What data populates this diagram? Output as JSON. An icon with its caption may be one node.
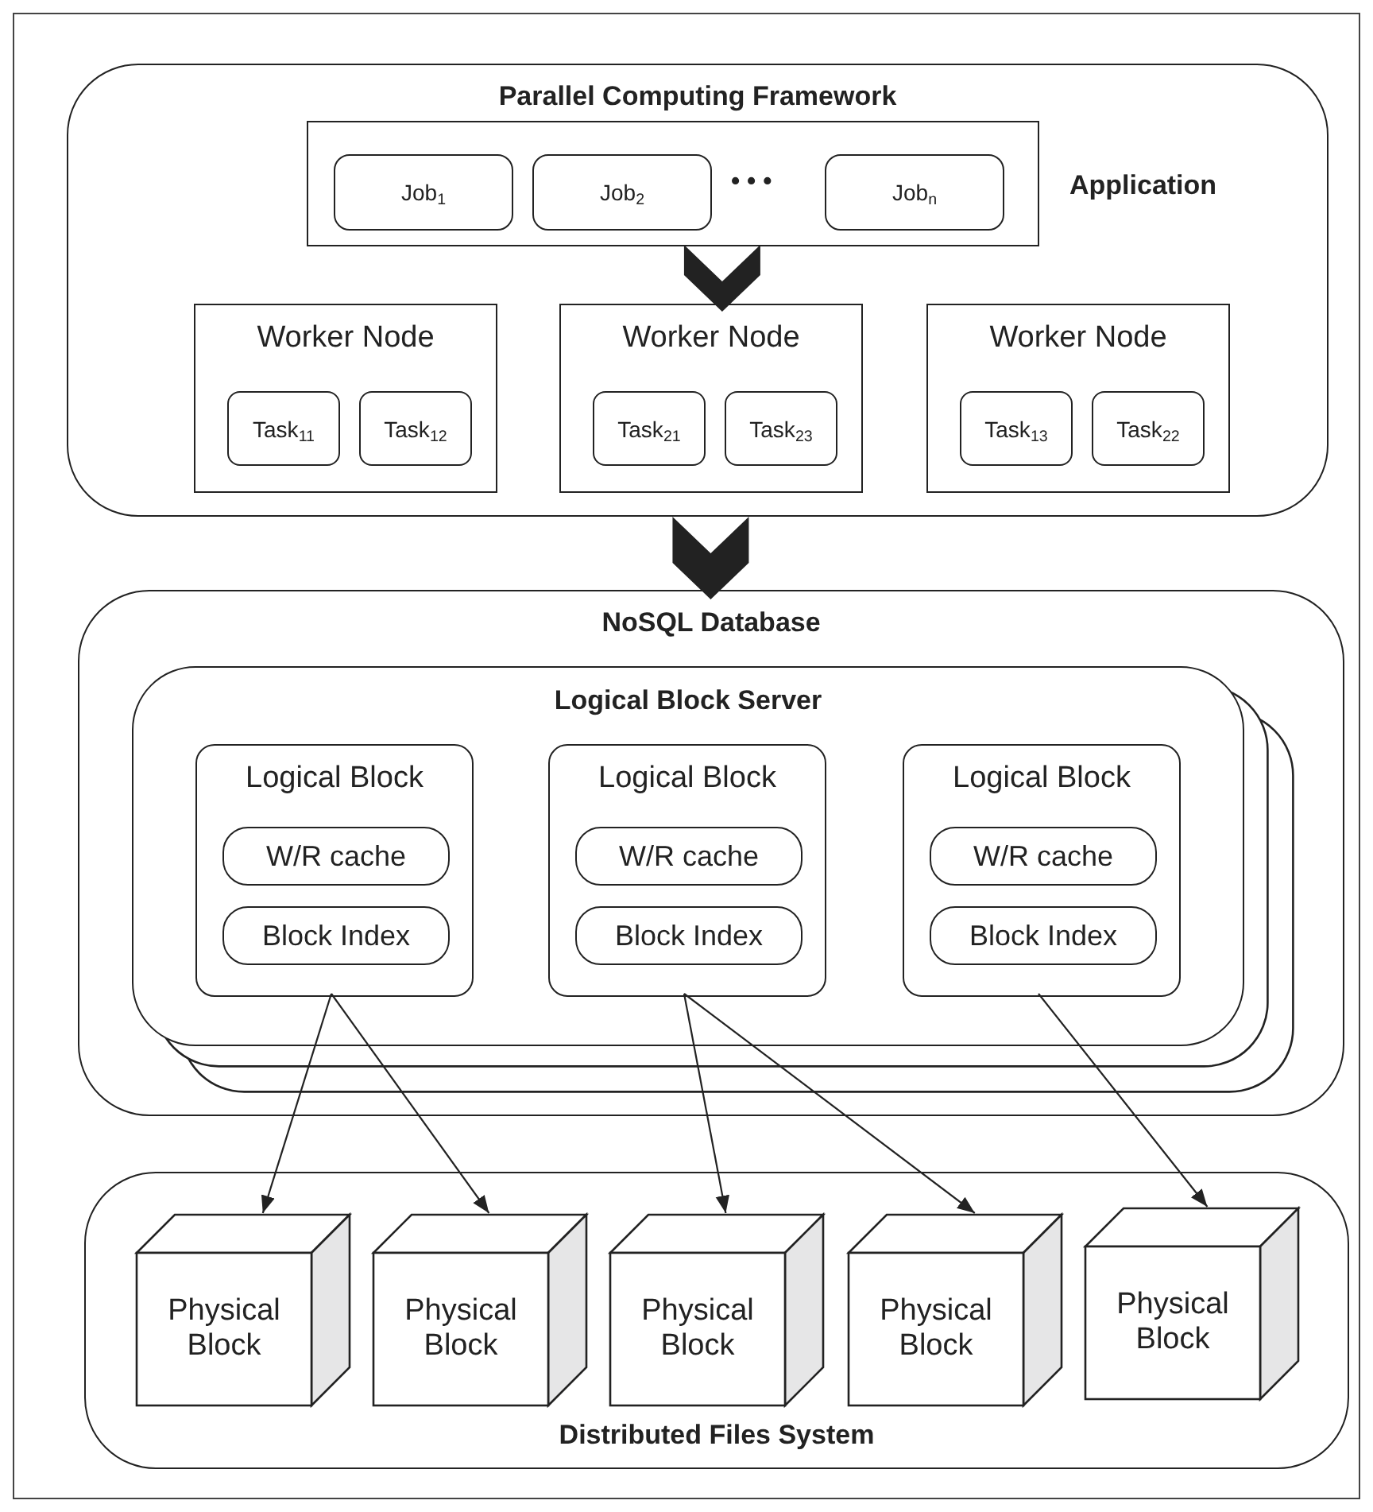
{
  "diagram": {
    "nodes": [
      {
        "text": [
          "Parallel Computing Framework"
        ]
      },
      {
        "text": [],
        "shape": "box",
        "in": 0,
        "beside": [
          "Application"
        ]
      },
      {
        "text": [
          "Job$_{1}$"
        ],
        "in": 1
      },
      {
        "text": [
          "Job$_{2}$"
        ],
        "in": 1
      },
      {
        "text": [
          "Job$_{n}$"
        ],
        "in": 1
      },
      {
        "text": [
          "Worker Node"
        ],
        "in": 0
      },
      {
        "text": [
          "Task$_{11}$"
        ],
        "in": 5
      },
      {
        "text": [
          "Task$_{12}$"
        ],
        "in": 5
      },
      {
        "text": [
          "Worker Node"
        ],
        "in": 0
      },
      {
        "text": [
          "Task$_{21}$"
        ],
        "in": 8
      },
      {
        "text": [
          "Task$_{23}$"
        ],
        "in": 8
      },
      {
        "text": [
          "Worker Node"
        ],
        "in": 0
      },
      {
        "text": [
          "Task$_{13}$"
        ],
        "in": 11
      },
      {
        "text": [
          "Task$_{22}$"
        ],
        "in": 11
      },
      {
        "text": [
          "NoSQL Database"
        ]
      },
      {
        "text": [
          "Logical Block Server"
        ],
        "in": 14
      },
      {
        "text": [
          "Logical Block"
        ],
        "in": 15
      },
      {
        "text": [
          "W/R cache"
        ],
        "in": 16
      },
      {
        "text": [
          "Block Index"
        ],
        "in": 16
      },
      {
        "text": [
          "Logical Block"
        ],
        "in": 15
      },
      {
        "text": [
          "W/R cache"
        ],
        "in": 19
      },
      {
        "text": [
          "Block Index"
        ],
        "in": 19
      },
      {
        "text": [
          "Logical Block"
        ],
        "in": 15
      },
      {
        "text": [
          "W/R cache"
        ],
        "in": 22
      },
      {
        "text": [
          "Block Index"
        ],
        "in": 22
      },
      {
        "text": [
          "Distributed Files System"
        ]
      },
      {
        "text": [
          "Physical Block"
        ],
        "in": 25
      },
      {
        "text": [
          "Physical Block"
        ],
        "in": 25
      },
      {
        "text": [
          "Physical Block"
        ],
        "in": 25
      },
      {
        "text": [
          "Physical Block"
        ],
        "in": 25
      },
      {
        "text": [
          "Physical Block"
        ],
        "in": 25
      }
    ],
    "edges": [
      {
        "from": 1,
        "to": 8,
        "arrow": "to",
        "style": "thick"
      },
      {
        "from": 0,
        "to": 14,
        "arrow": "to",
        "style": "thick"
      },
      {
        "from": 16,
        "to": 26,
        "arrow": "to"
      },
      {
        "from": 16,
        "to": 27,
        "arrow": "to"
      },
      {
        "from": 19,
        "to": 28,
        "arrow": "to"
      },
      {
        "from": 19,
        "to": 29,
        "arrow": "to"
      },
      {
        "from": 22,
        "to": 30,
        "arrow": "to"
      }
    ],
    "labels": [
      "• • •"
    ]
  }
}
